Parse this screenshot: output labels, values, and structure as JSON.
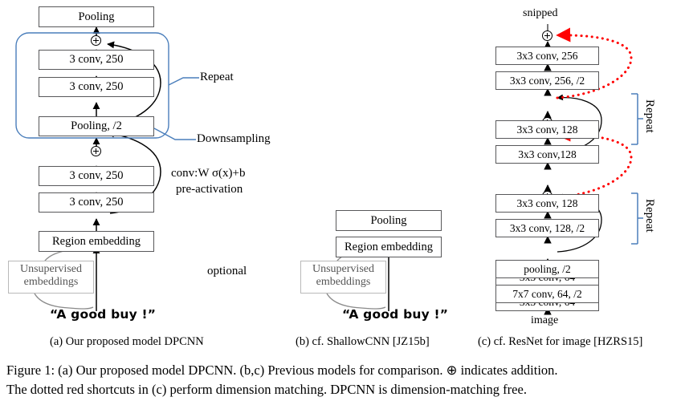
{
  "figure": {
    "caption_line1": "Figure 1:  (a) Our proposed model DPCNN. (b,c) Previous models for comparison.   ⊕ indicates addition.",
    "caption_line2": "The dotted red shortcuts in (c) perform dimension matching. DPCNN is dimension-matching free.",
    "accent_blue": "#4a7ebb",
    "accent_red": "#ff0000",
    "box_stroke": "#58585a",
    "ghost_stroke": "#b9b9b9"
  },
  "panel_a": {
    "subcaption": "(a)  Our proposed model DPCNN",
    "blocks": [
      {
        "label": "Pooling"
      },
      {
        "label": "3 conv, 250"
      },
      {
        "label": "3 conv, 250"
      },
      {
        "label": "Pooling, /2"
      },
      {
        "label": "3 conv, 250"
      },
      {
        "label": "3 conv, 250"
      },
      {
        "label": "Region embedding"
      }
    ],
    "ghost_box": "Unsupervised\nembeddings",
    "ghost_line1": "Unsupervised",
    "ghost_line2": "embeddings",
    "input_text": "“A good buy !”",
    "annotations": {
      "repeat": "Repeat",
      "downsampling": "Downsampling",
      "conv_formula": "conv:W σ(x)+b",
      "preactivation": "pre-activation",
      "optional": "optional"
    }
  },
  "panel_b": {
    "subcaption": "(b)  cf. ShallowCNN [JZ15b]",
    "blocks": [
      {
        "label": "Pooling"
      },
      {
        "label": "Region embedding"
      }
    ],
    "ghost_line1": "Unsupervised",
    "ghost_line2": "embeddings",
    "input_text": "“A good buy !”"
  },
  "panel_c": {
    "subcaption": "(c)  cf. ResNet for image [HZRS15]",
    "top_label": "snipped",
    "bottom_label": "image",
    "blocks": [
      {
        "label": "3x3 conv, 256"
      },
      {
        "label": "3x3 conv, 256, /2"
      },
      {
        "label": "3x3 conv, 128"
      },
      {
        "label": "3x3 conv,128"
      },
      {
        "label": "3x3 conv, 128"
      },
      {
        "label": "3x3 conv, 128, /2"
      },
      {
        "label": "3x3 conv, 64"
      },
      {
        "label": "3x3 conv, 64"
      },
      {
        "label": "pooling, /2"
      },
      {
        "label": "7x7 conv, 64, /2"
      }
    ],
    "repeat_upper": "Repeat",
    "repeat_lower": "Repeat"
  }
}
